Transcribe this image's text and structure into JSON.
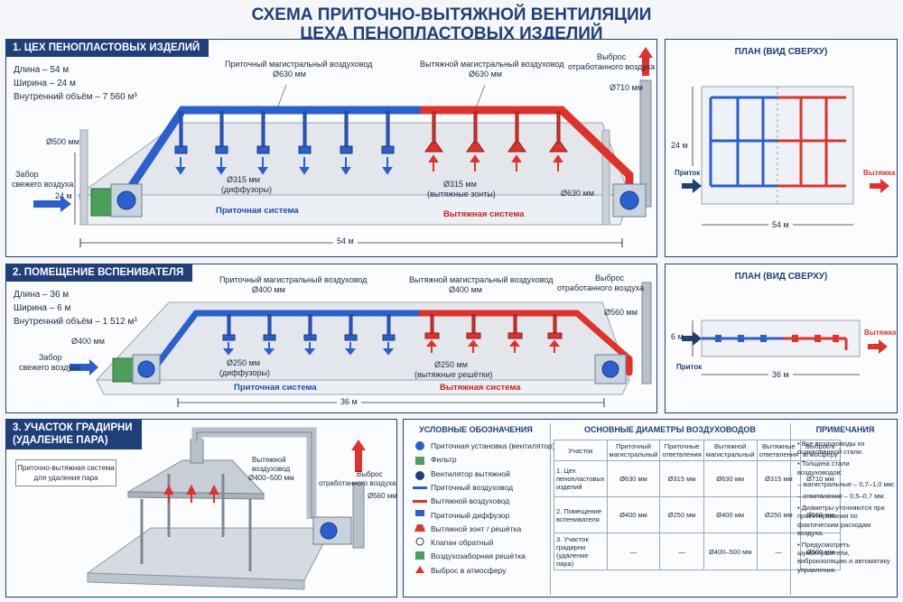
{
  "title": {
    "line1": "СХЕМА ПРИТОЧНО-ВЫТЯЖНОЙ ВЕНТИЛЯЦИИ",
    "line2": "ЦЕХА ПЕНОПЛАСТОВЫХ ИЗДЕЛИЙ"
  },
  "s1": {
    "heading": "1. ЦЕХ ПЕНОПЛАСТОВЫХ ИЗДЕЛИЙ",
    "length": "Длина – 54 м",
    "width": "Ширина – 24 м",
    "volume": "Внутренний объём – 7 560 м³",
    "supply_main": "Приточный магистральный воздуховод",
    "supply_main_d": "Ø630 мм",
    "exhaust_main": "Вытяжной магистральный воздуховод",
    "exhaust_main_d": "Ø630 мм",
    "release": "Выброс",
    "release2": "отработанного воздуха",
    "chimney_d": "Ø710 мм",
    "d500": "Ø500 мм",
    "intake": "Забор",
    "intake2": "свежего воздуха",
    "height": "24 м",
    "diff_d": "Ø315 мм",
    "diff": "(диффузоры)",
    "hood_d": "Ø315 мм",
    "hood": "(вытяжные зонты)",
    "fan_d": "Ø630 мм",
    "supply_sys": "Приточная система",
    "exhaust_sys": "Вытяжная система",
    "len_dim": "54 м"
  },
  "p1": {
    "title": "ПЛАН (ВИД СВЕРХУ)",
    "in": "Приток",
    "out": "Вытяжка",
    "w": "24 м",
    "l": "54 м"
  },
  "s2": {
    "heading": "2. ПОМЕЩЕНИЕ ВСПЕНИВАТЕЛЯ",
    "length": "Длина – 36 м",
    "width": "Ширина – 6 м",
    "volume": "Внутренний объём – 1 512 м³",
    "supply_main": "Приточный магистральный воздуховод",
    "supply_main_d": "Ø400 мм",
    "exhaust_main": "Вытяжной магистральный воздуховод",
    "exhaust_main_d": "Ø400 мм",
    "release": "Выброс",
    "release2": "отработанного воздуха",
    "chimney_d": "Ø560 мм",
    "d400": "Ø400 мм",
    "intake": "Забор",
    "intake2": "свежего воздуха",
    "diff_d": "Ø250 мм",
    "diff": "(диффузоры)",
    "grille_d": "Ø250 мм",
    "grille": "(вытяжные решётки)",
    "supply_sys": "Приточная система",
    "exhaust_sys": "Вытяжная система",
    "len_dim": "36 м"
  },
  "p2": {
    "title": "ПЛАН (ВИД СВЕРХУ)",
    "in": "Приток",
    "out": "Вытяжка",
    "w": "6 м",
    "l": "36 м"
  },
  "s3": {
    "heading1": "3. УЧАСТОК ГРАДИРНИ",
    "heading2": "(УДАЛЕНИЕ ПАРА)",
    "box1": "Приточно-вытяжная система",
    "box2": "для удаления пара",
    "duct1": "Вытяжной",
    "duct2": "воздуховод",
    "duct3": "Ø400–500 мм",
    "release": "Выброс",
    "release2": "отработанного воздуха",
    "chimney_d": "Ø560 мм"
  },
  "legend": {
    "title": "УСЛОВНЫЕ ОБОЗНАЧЕНИЯ",
    "items": [
      "Приточная установка (вентилятор)",
      "Фильтр",
      "Вентилятор вытяжной",
      "Приточный воздуховод",
      "Вытяжной воздуховод",
      "Приточный диффузор",
      "Вытяжной зонт / решётка",
      "Клапан обратный",
      "Воздухозаборная решётка",
      "Выброс в атмосферу"
    ]
  },
  "diam": {
    "title": "ОСНОВНЫЕ ДИАМЕТРЫ ВОЗДУХОВОДОВ",
    "headers": [
      "Участок",
      "Приточный магистральный",
      "Приточные ответвления",
      "Вытяжной магистральный",
      "Вытяжные ответвления",
      "Выброс в атмосферу"
    ],
    "rows": [
      [
        "1. Цех пенопластовых изделий",
        "Ø630 мм",
        "Ø315 мм",
        "Ø630 мм",
        "Ø315 мм",
        "Ø710 мм"
      ],
      [
        "2. Помещение вспенивателя",
        "Ø400 мм",
        "Ø250 мм",
        "Ø400 мм",
        "Ø250 мм",
        "Ø560 мм"
      ],
      [
        "3. Участок градирни (удаление пара)",
        "—",
        "—",
        "Ø400–500 мм",
        "—",
        "Ø560 мм"
      ]
    ]
  },
  "notes": {
    "title": "ПРИМЕЧАНИЯ",
    "items": [
      "• Все воздуховоды из оцинкованной стали.",
      "• Толщина стали воздуховодов:",
      "– магистральные – 0,7–1,0 мм;",
      "– ответвления – 0,5–0,7 мм.",
      "• Диаметры уточняются при проектировании по фактическим расходам воздуха.",
      "• Предусмотреть шумоглушители, виброизоляцию и автоматику управления."
    ]
  },
  "colors": {
    "supply": "#2a5fd0",
    "exhaust": "#e0322a",
    "navy": "#1e3f7a"
  }
}
